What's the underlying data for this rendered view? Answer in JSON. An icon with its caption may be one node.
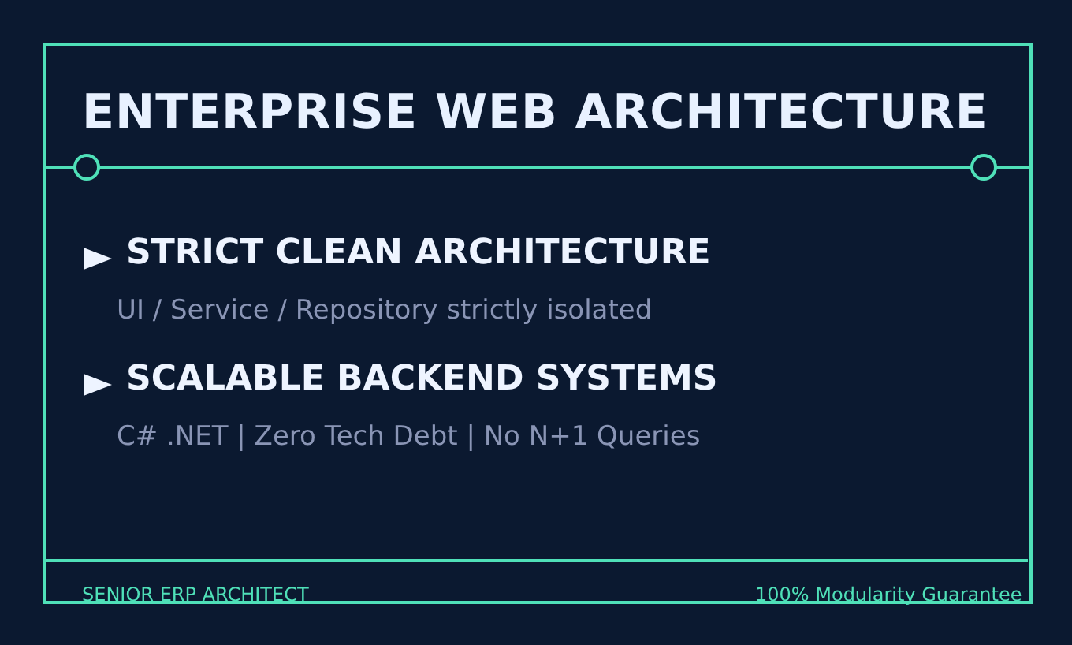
{
  "diagram": {
    "title": "ENTERPRISE WEB ARCHITECTURE",
    "labels": [
      "STRICT CLEAN ARCHITECTURE",
      "UI / Service / Repository strictly isolated",
      "SCALABLE BACKEND SYSTEMS",
      "C# .NET | Zero Tech Debt | No N+1 Queries",
      "SENIOR ERP ARCHITECT",
      "100% Modularity Guarantee"
    ]
  }
}
